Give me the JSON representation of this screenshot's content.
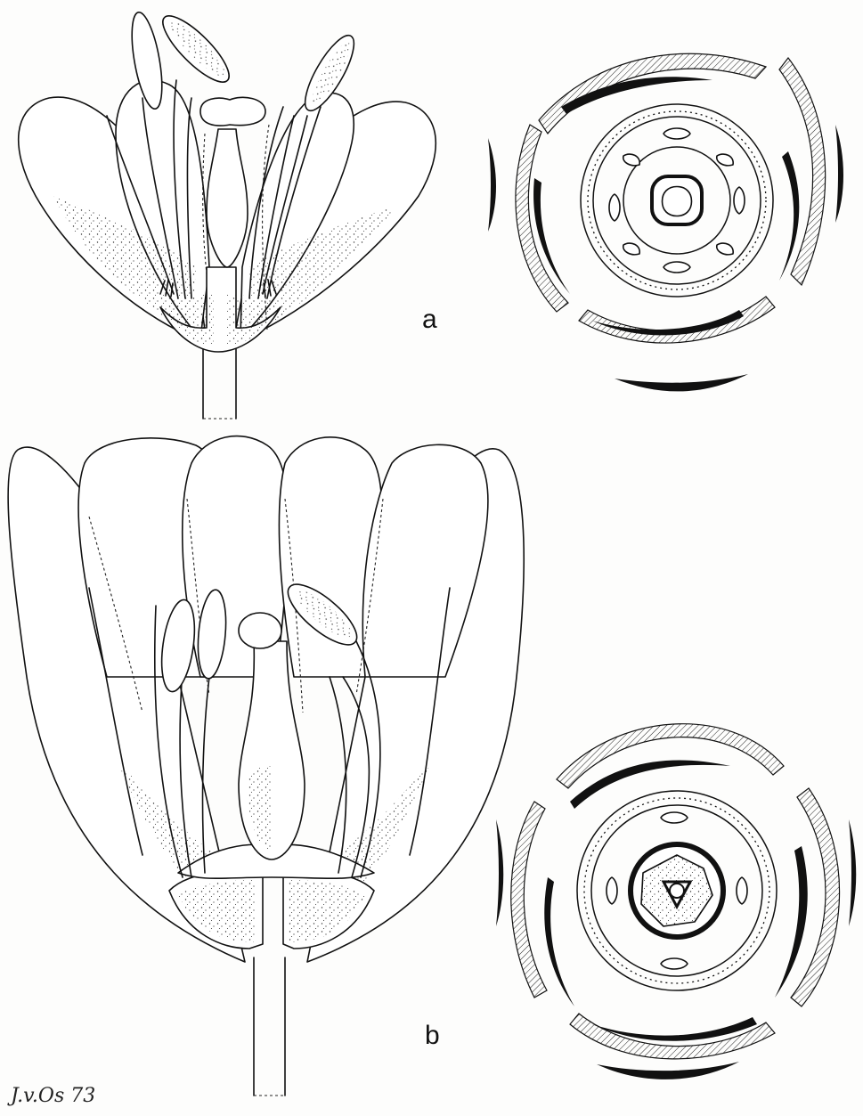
{
  "figure": {
    "panels": [
      {
        "id": "a",
        "label": "a"
      },
      {
        "id": "b",
        "label": "b"
      }
    ],
    "signature": "J.v.Os 73"
  }
}
